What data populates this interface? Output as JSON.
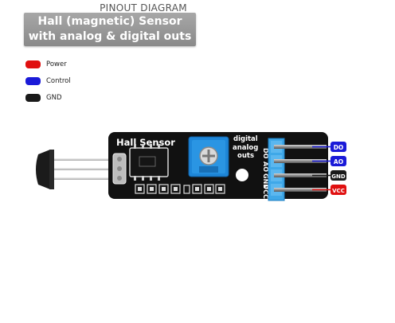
{
  "header": {
    "kicker": "PINOUT DIAGRAM",
    "title_line1": "Hall (magnetic) Sensor",
    "title_line2": "with analog & digital outs"
  },
  "legend": [
    {
      "label": "Power",
      "color": "#e01010"
    },
    {
      "label": "Control",
      "color": "#1a1ad8"
    },
    {
      "label": "GND",
      "color": "#1a1a1a"
    }
  ],
  "board": {
    "silkscreen_title": "Hall Sensor",
    "pot_label_line1": "digital",
    "pot_label_line2": "analog",
    "pot_label_line3": "outs",
    "pin_silk": [
      "DO",
      "AO",
      "GND",
      "VCC"
    ]
  },
  "pins": [
    {
      "label": "DO",
      "type": "Control",
      "color": "#1a1ad8"
    },
    {
      "label": "AO",
      "type": "Control",
      "color": "#1a1ad8"
    },
    {
      "label": "GND",
      "type": "GND",
      "color": "#1a1a1a"
    },
    {
      "label": "VCC",
      "type": "Power",
      "color": "#e01010"
    }
  ],
  "colors": {
    "board": "#111111",
    "pot": "#1e86d8",
    "header": "#3fa8e8",
    "title_box": "#999999"
  }
}
